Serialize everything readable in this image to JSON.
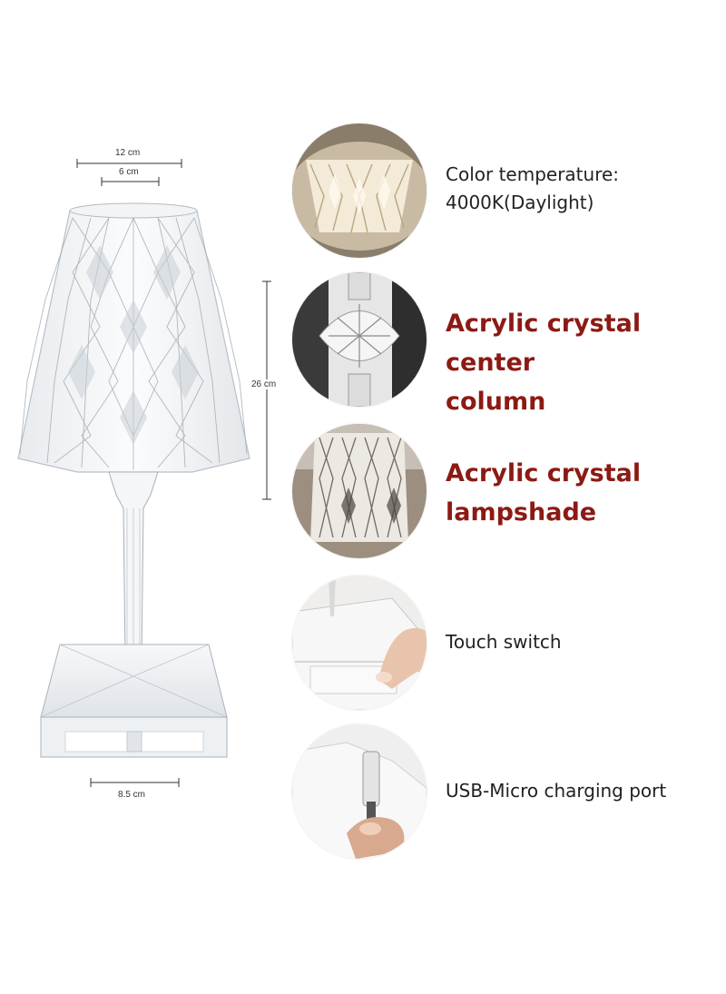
{
  "dimensions": {
    "top_outer": "12 cm",
    "top_inner": "6 cm",
    "height": "26 cm",
    "base": "8.5 cm"
  },
  "features": [
    {
      "line1": "Color temperature:",
      "line2": "4000K(Daylight)",
      "emphasis": false
    },
    {
      "line1": "Acrylic crystal center",
      "line2": "column",
      "emphasis": true
    },
    {
      "line1": "Acrylic crystal",
      "line2": "lampshade",
      "emphasis": true
    },
    {
      "line1": "Touch switch",
      "line2": "",
      "emphasis": false
    },
    {
      "line1": "USB-Micro charging port",
      "line2": "",
      "emphasis": false
    }
  ],
  "colors": {
    "accent_red": "#8c1a14",
    "text": "#222222",
    "dim_line": "#333333"
  }
}
